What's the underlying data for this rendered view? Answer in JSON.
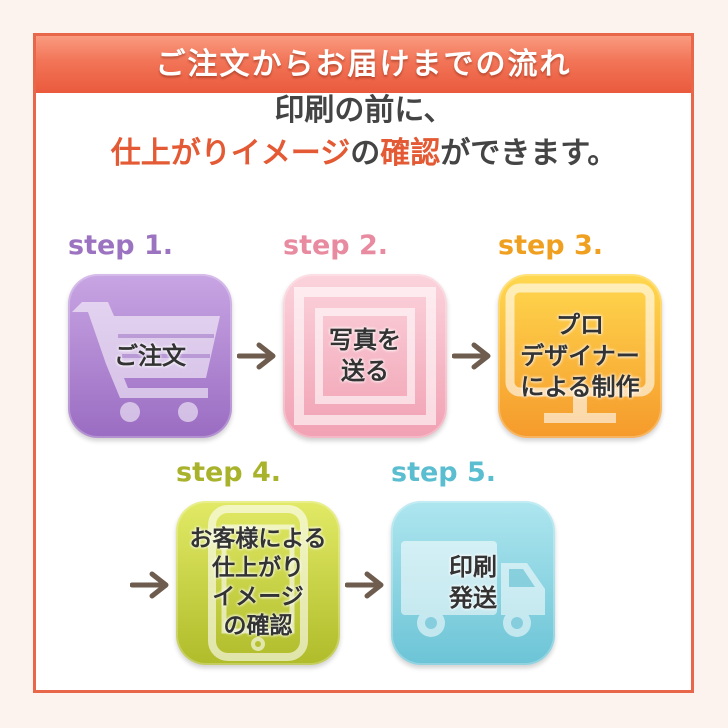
{
  "banner": {
    "title": "ご注文からお届けまでの流れ"
  },
  "headline": {
    "line1": "印刷の前に、",
    "line2_part1": "仕上がりイメージ",
    "line2_part2": "の",
    "line2_part3": "確認",
    "line2_part4": "ができます。"
  },
  "colors": {
    "accent_red": "#e35a34",
    "banner": "#f27457",
    "step1": "#9c73c0",
    "step2": "#e88aa0",
    "step3": "#f0a020",
    "step4": "#a8b22a",
    "step5": "#5bbdd0"
  },
  "steps": [
    {
      "label": "step 1.",
      "text": "ご注文",
      "icon": "shopping-cart-icon"
    },
    {
      "label": "step 2.",
      "text": "写真を\n送る",
      "icon": "photo-frame-icon"
    },
    {
      "label": "step 3.",
      "text": "プロ\nデザイナー\nによる制作",
      "icon": "monitor-icon"
    },
    {
      "label": "step 4.",
      "text": "お客様による\n仕上がり\nイメージ\nの確認",
      "icon": "smartphone-icon"
    },
    {
      "label": "step 5.",
      "text": "印刷\n発送",
      "icon": "delivery-truck-icon"
    }
  ]
}
